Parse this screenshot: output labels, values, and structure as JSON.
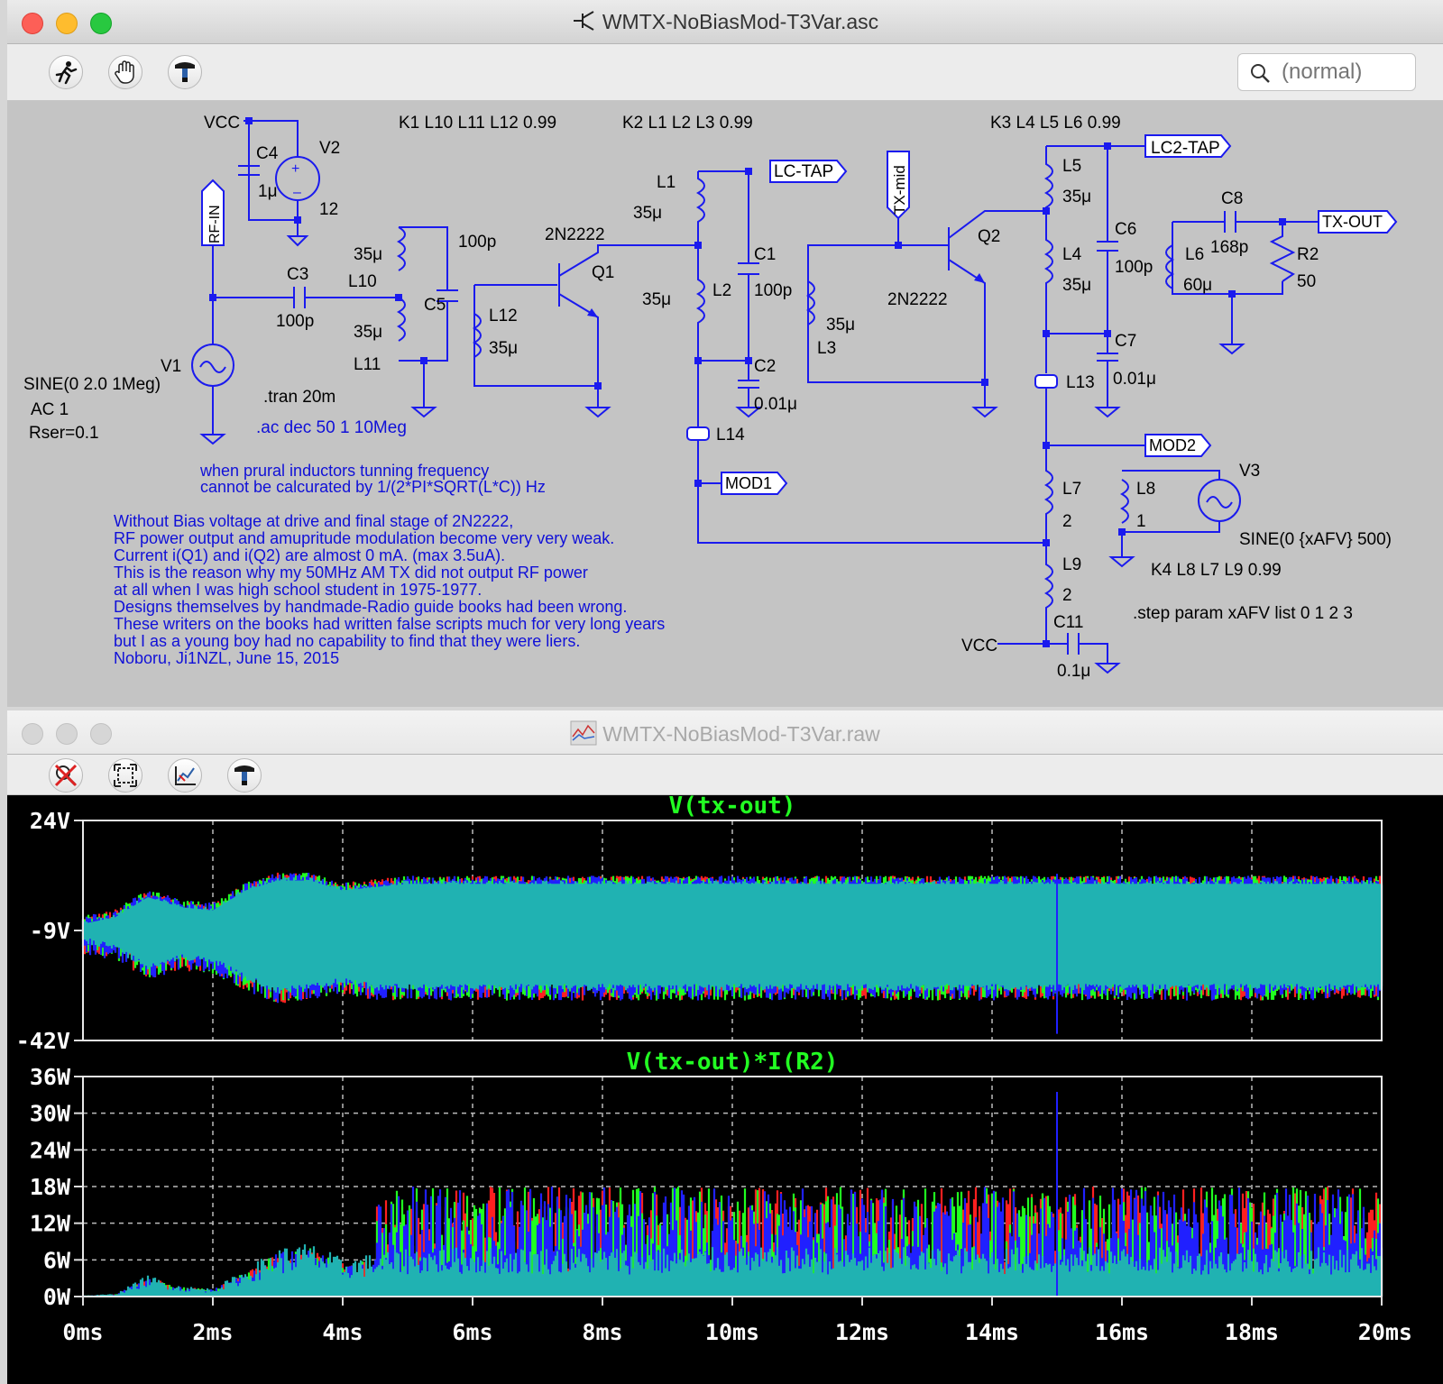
{
  "schematic_window": {
    "title": "WMTX-NoBiasMod-T3Var.asc",
    "search": {
      "placeholder": "(normal)"
    },
    "toolbar": {
      "icons": [
        "run-icon",
        "hand-icon",
        "hammer-icon"
      ]
    }
  },
  "schematic": {
    "labels": {
      "vcc_top": "VCC",
      "c4": "C4",
      "c4_val": "1μ",
      "v2": "V2",
      "v2_val": "12",
      "k1": "K1 L10 L11 L12 0.99",
      "k2": "K2 L1 L2 L3 0.99",
      "k3": "K3 L4 L5 L6 0.99",
      "rf_in": "RF-IN",
      "c3": "C3",
      "c3_val": "100p",
      "l10_val": "35μ",
      "l10": "L10",
      "l11_val": "35μ",
      "l11": "L11",
      "c5_val": "100p",
      "c5": "C5",
      "l12": "L12",
      "l12_val": "35μ",
      "v1": "V1",
      "v1_sine": "SINE(0 2.0 1Meg)",
      "v1_ac": "AC 1",
      "v1_rser": "Rser=0.1",
      "tran": ".tran 20m",
      "ac": ".ac dec 50 1 10Meg",
      "q1_model": "2N2222",
      "q1": "Q1",
      "l1": "L1",
      "l1_val": "35μ",
      "lc_tap": "LC-TAP",
      "l2_val": "35μ",
      "l2": "L2",
      "c1": "C1",
      "c1_val": "100p",
      "c2": "C2",
      "c2_val": "0.01μ",
      "l14": "L14",
      "mod1": "MOD1",
      "tx_mid": "TX-mid",
      "q2": "Q2",
      "q2_model": "2N2222",
      "l3_val": "35μ",
      "l3": "L3",
      "l5": "L5",
      "l5_val": "35μ",
      "lc2_tap": "LC2-TAP",
      "c6": "C6",
      "c6_val": "100p",
      "l4": "L4",
      "l4_val": "35μ",
      "c8": "C8",
      "c8_val": "168p",
      "tx_out": "TX-OUT",
      "l6": "L6",
      "l6_val": "60μ",
      "r2": "R2",
      "r2_val": "50",
      "c7": "C7",
      "c7_val": "0.01μ",
      "l13": "L13",
      "mod2": "MOD2",
      "l7": "L7",
      "l7_val": "2",
      "l8": "L8",
      "l8_val": "1",
      "v3": "V3",
      "v3_sine": "SINE(0 {xAFV} 500)",
      "k4": "K4 L8 L7 L9 0.99",
      "l9": "L9",
      "l9_val": "2",
      "step": ".step param xAFV list  0 1 2 3",
      "c11": "C11",
      "vcc_bot": "VCC",
      "c11_val": "0.1μ"
    },
    "note_freq": [
      "when prural inductors tunning frequency",
      "cannot be calcurated by 1/(2*PI*SQRT(L*C)) Hz"
    ],
    "note_main": [
      "Without Bias voltage at drive and final stage of 2N2222,",
      "RF power output and amupritude modulation become very very weak.",
      "Current  i(Q1) and i(Q2) are almost 0 mA. (max 3.5uA).",
      "This is the reason why my 50MHz AM TX did not output RF power",
      "at all when I was high school student in 1975-1977.",
      "Designs themselves by handmade-Radio guide books had been wrong.",
      "These writers on the books had written false scripts much for very long years",
      "but I as a young boy had no capability to find that they were liers.",
      "Noboru, Ji1NZL, June 15, 2015"
    ]
  },
  "waveform_window": {
    "title": "WMTX-NoBiasMod-T3Var.raw",
    "toolbar": {
      "icons": [
        "zoom-cancel-icon",
        "zoom-extent-icon",
        "autorange-icon",
        "hammer-icon"
      ]
    }
  },
  "chart_data": [
    {
      "type": "line",
      "title": "V(tx-out)",
      "x": [
        0,
        0.5,
        1,
        1.5,
        2,
        2.5,
        3,
        3.5,
        4,
        4.5,
        5,
        6,
        7,
        8,
        9,
        10,
        11,
        12,
        13,
        14,
        15,
        16,
        17,
        18,
        19,
        20
      ],
      "xlim": [
        0,
        20
      ],
      "ylim": [
        -42,
        24
      ],
      "yticks": [
        "24V",
        "-9V",
        "-42V"
      ],
      "series": [
        {
          "color": "#20b2b2",
          "upper": [
            -7,
            -5,
            1,
            -2,
            -3,
            3,
            6,
            6,
            3,
            4,
            5,
            5,
            5,
            5,
            5,
            5,
            5,
            5,
            5,
            5,
            5,
            5,
            5,
            5,
            5,
            5
          ],
          "lower": [
            -11,
            -13,
            -19,
            -16,
            -17,
            -22,
            -26,
            -25,
            -23,
            -25,
            -25,
            -25,
            -25,
            -25,
            -25,
            -25,
            -25,
            -25,
            -25,
            -25,
            -25,
            -25,
            -25,
            -25,
            -25,
            -25
          ]
        },
        {
          "color": "#ff2020"
        },
        {
          "color": "#20ff20"
        },
        {
          "color": "#2020ff"
        }
      ]
    },
    {
      "type": "line",
      "title": "V(tx-out)*I(R2)",
      "x": [
        0,
        0.5,
        1,
        1.5,
        2,
        2.5,
        3,
        3.5,
        4,
        4.5,
        5,
        6,
        7,
        8,
        9,
        10,
        11,
        12,
        13,
        14,
        15,
        16,
        17,
        18,
        19,
        20
      ],
      "xlim": [
        0,
        20
      ],
      "ylim": [
        0,
        36
      ],
      "yticks": [
        "36W",
        "30W",
        "24W",
        "18W",
        "12W",
        "6W",
        "0W"
      ],
      "xticks": [
        "0ms",
        "2ms",
        "4ms",
        "6ms",
        "8ms",
        "10ms",
        "12ms",
        "14ms",
        "16ms",
        "18ms",
        "20ms"
      ],
      "series": [
        {
          "color": "#20b2b2",
          "peak": [
            0.2,
            0.5,
            4,
            2,
            1.5,
            5,
            9,
            10,
            7,
            8,
            9,
            9,
            9,
            9,
            9,
            9,
            9,
            9,
            9,
            9,
            9,
            9,
            9,
            9,
            9,
            9
          ]
        },
        {
          "color": "#ff2020"
        },
        {
          "color": "#20ff20"
        },
        {
          "color": "#2020ff"
        }
      ]
    }
  ]
}
